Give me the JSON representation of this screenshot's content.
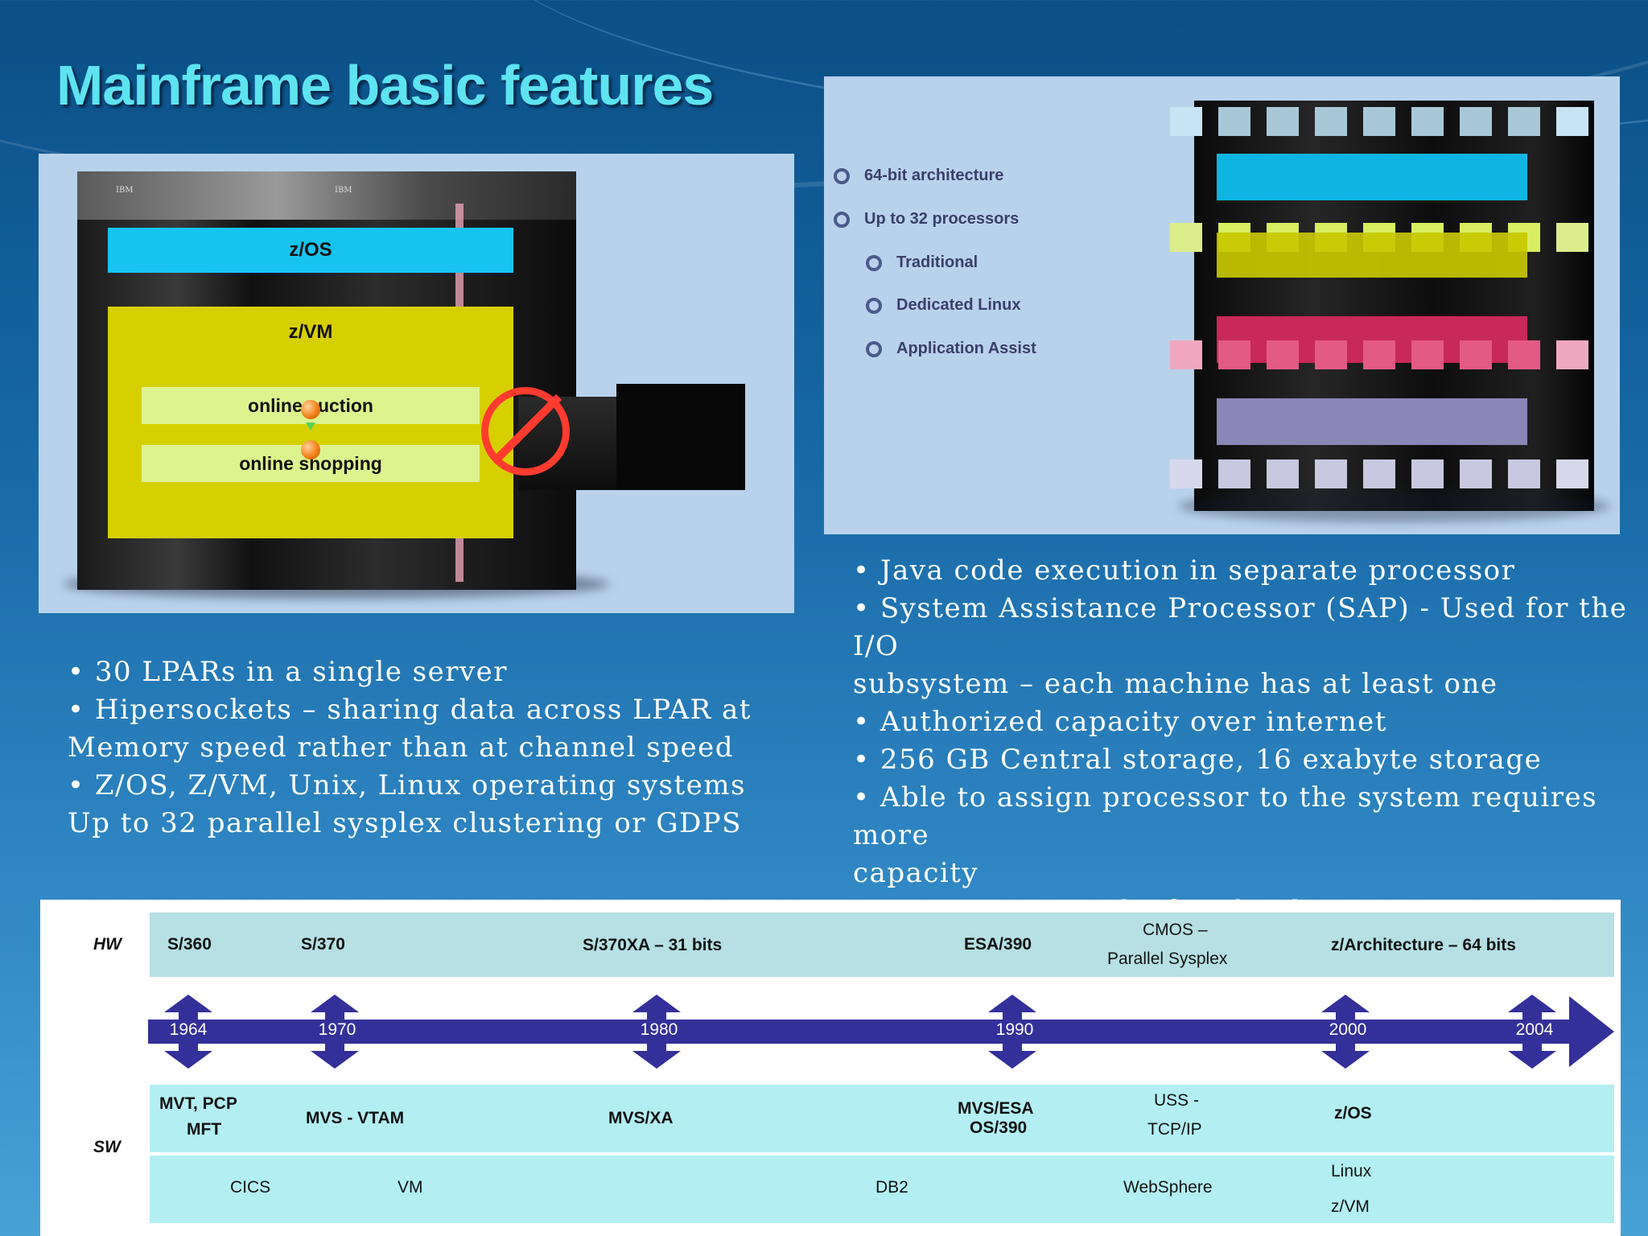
{
  "slide": {
    "title": "Mainframe basic features"
  },
  "left_image": {
    "rack_logos": [
      "IBM",
      "IBM"
    ],
    "zos": "z/OS",
    "zvm": "z/VM",
    "app1": "online auction",
    "app2": "online shopping",
    "colors": {
      "zos": "#17c4f0",
      "zvm": "#d6d000",
      "app": "#ddf38e",
      "no_sign": "#ff3b2f"
    }
  },
  "right_image": {
    "features": [
      {
        "label": "64-bit architecture"
      },
      {
        "label": "Up to 32 processors"
      },
      {
        "label": "Traditional"
      },
      {
        "label": "Dedicated Linux"
      },
      {
        "label": "Application Assist"
      }
    ],
    "band_colors": [
      "#10b4e2",
      "#c8c800",
      "#c8285a",
      "#8a86b8"
    ]
  },
  "left_bullets": {
    "lines": [
      "• 30 LPARs in a single server",
      "• Hipersockets – sharing data across LPAR at",
      "Memory speed rather than at channel speed",
      "• Z/OS, Z/VM, Unix, Linux operating systems",
      "Up to 32 parallel sysplex clustering or GDPS"
    ]
  },
  "right_bullets": {
    "lines": [
      "• Java code execution in separate processor",
      "• System Assistance Processor (SAP) - Used for the I/O",
      "subsystem – each machine has at least one",
      "• Authorized capacity over internet",
      "• 256 GB Central storage, 16 exabyte storage",
      "• Able to assign processor to the system requires more",
      "capacity",
      "• Data mirroring facility for disaster recovery"
    ]
  },
  "timeline": {
    "hw_label": "HW",
    "sw_label": "SW",
    "hw": [
      "S/360",
      "S/370",
      "S/370XA – 31 bits",
      "ESA/390",
      "CMOS –",
      "Parallel Sysplex",
      "z/Architecture – 64 bits"
    ],
    "years": [
      "1964",
      "1970",
      "1980",
      "1990",
      "2000",
      "2004"
    ],
    "sw_row1": [
      "MVT, PCP",
      "MFT",
      "MVS - VTAM",
      "MVS/XA",
      "MVS/ESA",
      "OS/390",
      "USS -",
      "TCP/IP",
      "z/OS"
    ],
    "sw_row2": [
      "CICS",
      "VM",
      "DB2",
      "WebSphere",
      "Linux",
      "z/VM"
    ],
    "colors": {
      "arrow": "#33309a",
      "hw_row": "#b6e0e4",
      "sw_row": "#b3eff2"
    }
  }
}
